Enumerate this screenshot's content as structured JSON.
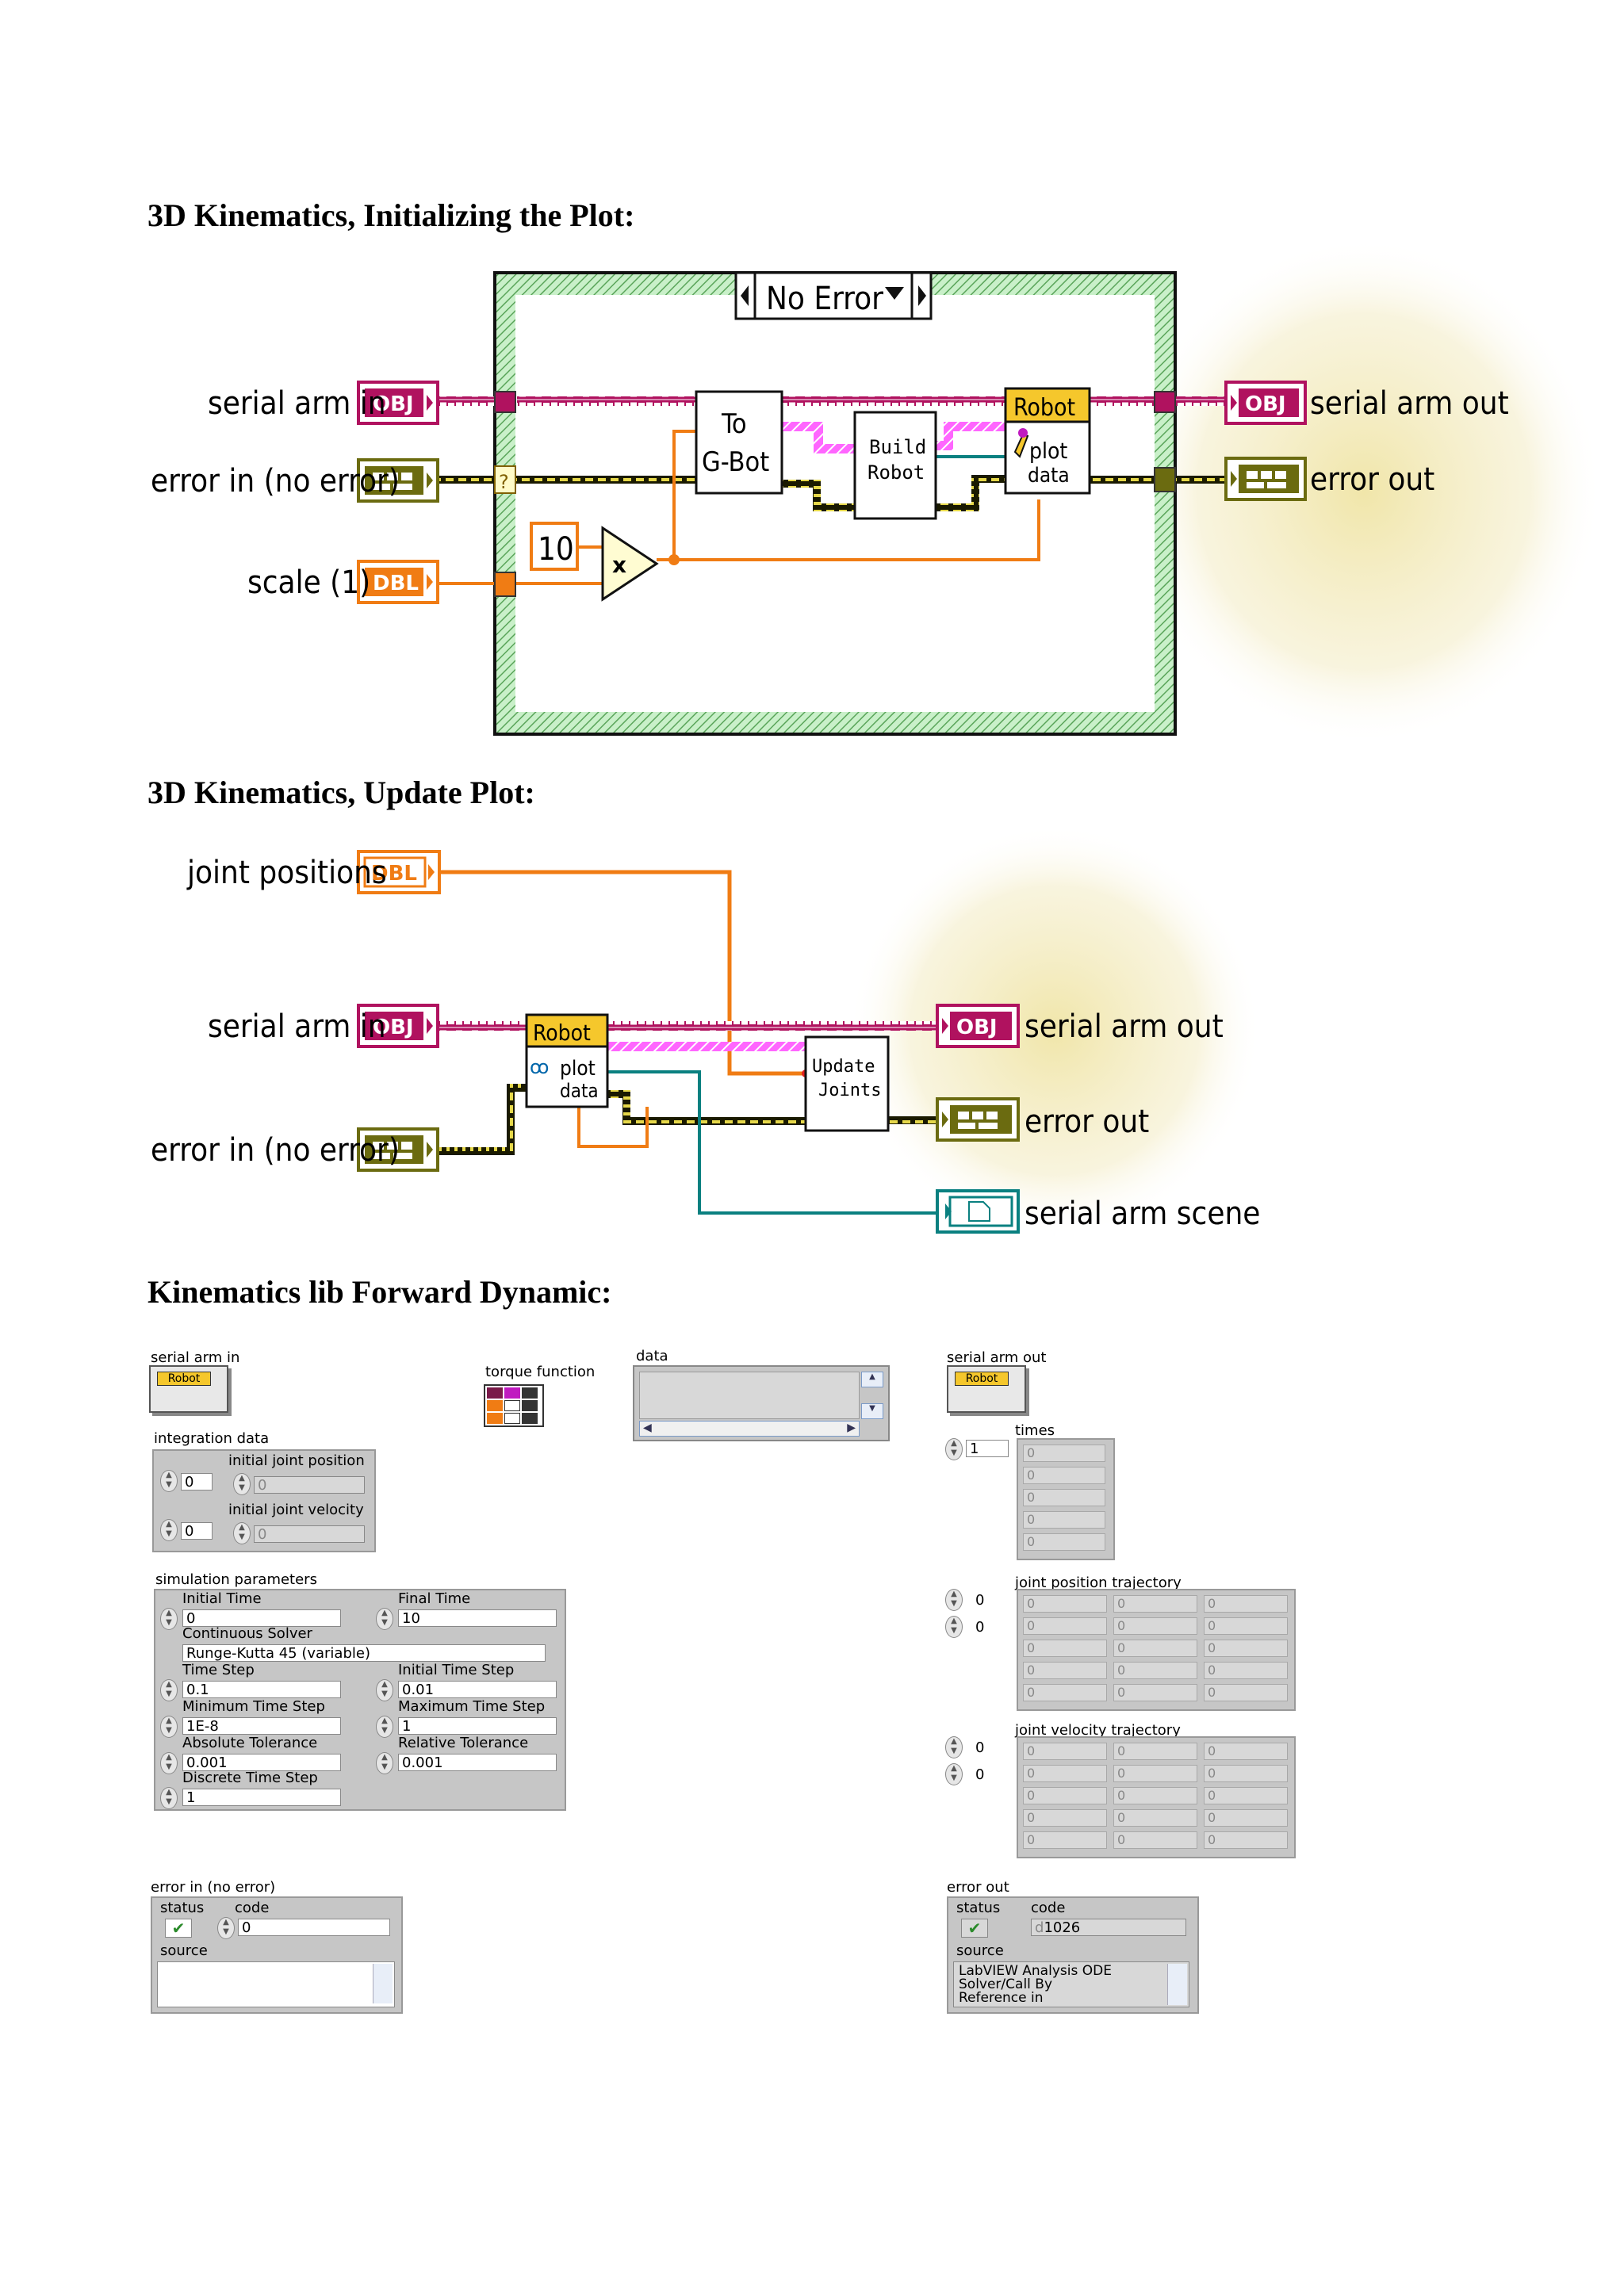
{
  "headings": {
    "h1": "3D Kinematics, Initializing the Plot:",
    "h2": "3D Kinematics, Update Plot:",
    "h3": "Kinematics lib Forward Dynamic:"
  },
  "d1": {
    "case_selector": "No Error",
    "in_serial_arm": "serial arm in",
    "in_error": "error in (no error)",
    "in_scale": "scale (1)",
    "out_serial_arm": "serial arm out",
    "out_error": "error out",
    "const_10": "10",
    "mult": "x",
    "to_gbot_1": "To",
    "to_gbot_2": "G-Bot",
    "build_1": "Build",
    "build_2": "Robot",
    "robot": "Robot",
    "plot_1": "plot",
    "plot_2": "data",
    "term_obj": "OBJ",
    "term_dbl": "DBL",
    "term_q": "?"
  },
  "d2": {
    "in_joint": "joint positions",
    "in_serial_arm": "serial arm in",
    "in_error": "error in (no error)",
    "out_serial_arm": "serial arm out",
    "out_error": "error out",
    "out_scene": "serial arm scene",
    "robot": "Robot",
    "plot_1": "plot",
    "plot_2": "data",
    "update_1": "Update",
    "update_2": "Joints",
    "term_obj": "OBJ",
    "term_dbl": "DBL"
  },
  "fp": {
    "serial_arm_in": "serial arm in",
    "robot_tag": "Robot",
    "torque_function": "torque function",
    "data": "data",
    "serial_arm_out": "serial arm out",
    "integration_data": "integration data",
    "initial_joint_position": "initial joint position",
    "initial_joint_velocity": "initial joint velocity",
    "int_val_1": "0",
    "int_val_2": "0",
    "int_dis_1": "0",
    "int_dis_2": "0",
    "simulation_parameters": "simulation parameters",
    "initial_time": "Initial Time",
    "initial_time_val": "0",
    "final_time": "Final Time",
    "final_time_val": "10",
    "continuous_solver": "Continuous Solver",
    "continuous_solver_val": "Runge-Kutta 45 (variable)",
    "time_step": "Time Step",
    "time_step_val": "0.1",
    "initial_time_step": "Initial Time Step",
    "initial_time_step_val": "0.01",
    "min_time_step": "Minimum Time Step",
    "min_time_step_val": "1E-8",
    "max_time_step": "Maximum Time Step",
    "max_time_step_val": "1",
    "abs_tol": "Absolute Tolerance",
    "abs_tol_val": "0.001",
    "rel_tol": "Relative Tolerance",
    "rel_tol_val": "0.001",
    "discrete_time_step": "Discrete Time Step",
    "discrete_time_step_val": "1",
    "times": "times",
    "times_index": "1",
    "times_cells": [
      "0",
      "0",
      "0",
      "0",
      "0"
    ],
    "jpt": "joint position trajectory",
    "jpt_index": [
      "0",
      "0"
    ],
    "jvt": "joint velocity trajectory",
    "jvt_index": [
      "0",
      "0"
    ],
    "matrix_cell": "0",
    "error_in": "error in (no error)",
    "error_out": "error out",
    "status": "status",
    "code": "code",
    "source": "source",
    "err_in_code": "0",
    "err_out_code": "1026",
    "err_out_code_prefix": "d",
    "err_out_source": [
      "LabVIEW Analysis ODE",
      "Solver/Call By",
      "Reference in"
    ]
  }
}
